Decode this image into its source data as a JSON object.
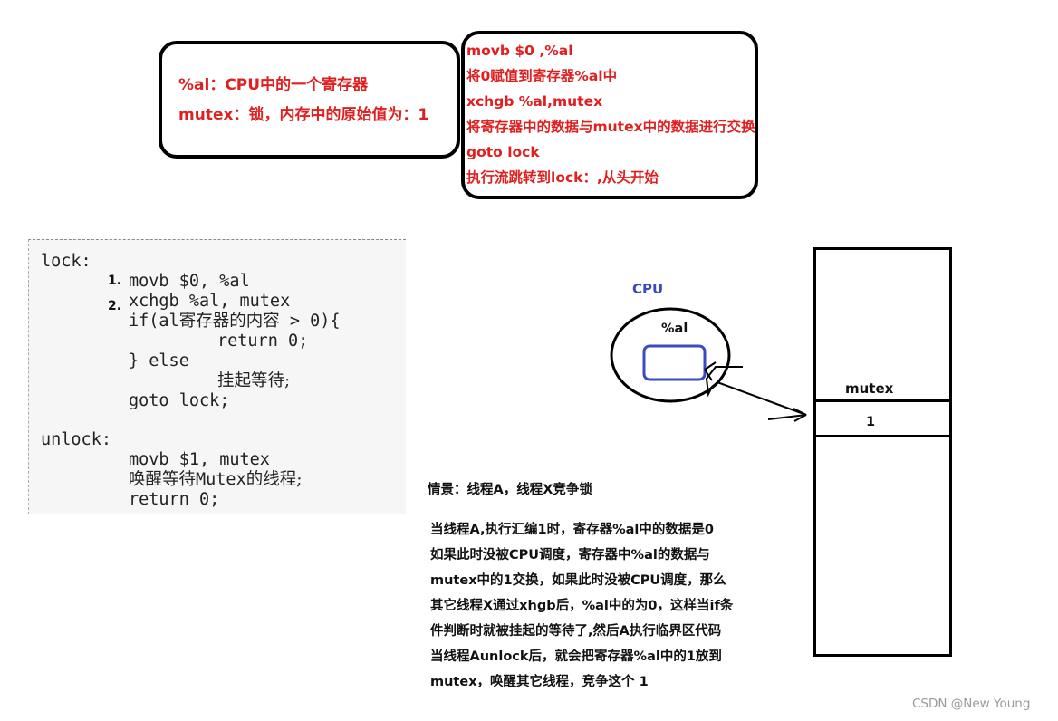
{
  "definitions_box": {
    "line1": "%al：CPU中的一个寄存器",
    "line2": "mutex：锁，内存中的原始值为：1"
  },
  "asm_box": {
    "lines": [
      "movb $0 ,%al",
      "将0赋值到寄存器%al中",
      "xchgb %al,mutex",
      "将寄存器中的数据与mutex中的数据进行交换",
      "goto lock",
      "执行流跳转到lock：,从头开始"
    ]
  },
  "code": {
    "lock_label": "lock:",
    "step1_num": "1.",
    "step1": "movb $0, %al",
    "step2_num": "2.",
    "step2": "xchgb %al, mutex",
    "if_prefix": "if(al",
    "if_cn": "寄存器的内容",
    "if_suffix": " > 0){",
    "return1": "return 0;",
    "else_line": "} else",
    "suspend": "挂起等待;",
    "goto_line": "goto lock;",
    "unlock_label": "unlock:",
    "movb1": "movb $1, mutex",
    "wake_cn": "唤醒等待",
    "wake_mutex": "Mutex",
    "wake_cn2": "的线程;",
    "return2": "return 0;"
  },
  "cpu_diagram": {
    "cpu_label": "CPU",
    "register_label": "%al",
    "mutex_label": "mutex",
    "mutex_value": "1"
  },
  "scenario": {
    "title": "情景：线程A，线程X竞争锁",
    "lines": [
      "当线程A,执行汇编1时，寄存器%al中的数据是0",
      "如果此时没被CPU调度，寄存器中%al的数据与",
      "mutex中的1交换，如果此时没被CPU调度，那么",
      "其它线程X通过xhgb后，%al中的为0，这样当if条",
      "件判断时就被挂起的等待了,然后A执行临界区代码",
      "当线程Aunlock后，就会把寄存器%al中的1放到",
      "mutex，唤醒其它线程，竞争这个  1"
    ]
  },
  "watermark": "CSDN @New   Young",
  "colors": {
    "annotation_red": "#e02020",
    "cpu_blue": "#3a4bc0",
    "code_panel_bg": "#f6f6f6"
  }
}
